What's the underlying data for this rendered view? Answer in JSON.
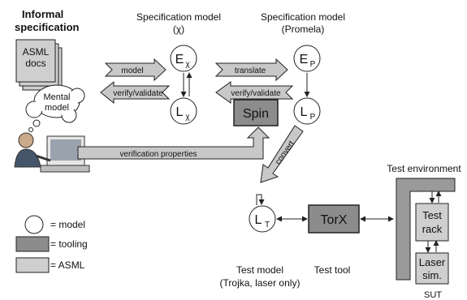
{
  "informal_spec": {
    "title_line1": "Informal",
    "title_line2": "specification",
    "doc_line1": "ASML",
    "doc_line2": "docs"
  },
  "mental_model": {
    "line1": "Mental",
    "line2": "model"
  },
  "spec_model_chi": {
    "title": "Specification model",
    "subtitle": "(χ)"
  },
  "spec_model_promela": {
    "title": "Specification model",
    "subtitle": "(Promela)"
  },
  "nodes": {
    "e_chi": {
      "main": "E",
      "sub": "χ"
    },
    "l_chi": {
      "main": "L",
      "sub": "χ"
    },
    "e_p": {
      "main": "E",
      "sub": "P"
    },
    "l_p": {
      "main": "L",
      "sub": "P"
    },
    "l_t": {
      "main": "L",
      "sub": "T"
    }
  },
  "arrows": {
    "model": "model",
    "verify_left": "verify/validate",
    "translate": "translate",
    "verify_right": "verify/validate",
    "verification_properties": "verification properties",
    "convert": "convert"
  },
  "tools": {
    "spin": "Spin",
    "torx": "TorX"
  },
  "test_env": {
    "title": "Test environment",
    "rack_line1": "Test",
    "rack_line2": "rack",
    "laser_line1": "Laser",
    "laser_line2": "sim.",
    "sut": "SUT"
  },
  "test_model": {
    "line1": "Test model",
    "line2": "(Trojka, laser only)"
  },
  "test_tool": "Test tool",
  "legend": {
    "model": "= model",
    "tooling": "= tooling",
    "asml": "= ASML"
  },
  "colors": {
    "tooling": "#8c8c8c",
    "asml": "#cfcfcf",
    "arrow": "#c8c8c8",
    "model": "#ffffff",
    "stroke": "#222222"
  }
}
